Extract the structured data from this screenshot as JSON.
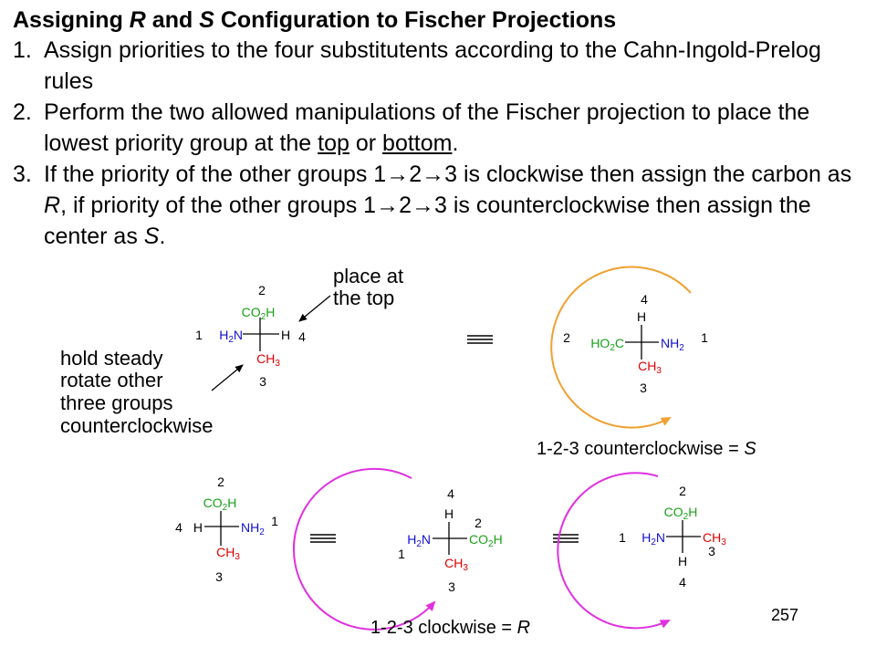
{
  "title": {
    "prefix": "Assigning ",
    "r": "R",
    "and": " and ",
    "s": "S",
    "suffix": " Configuration to Fischer Projections"
  },
  "steps": [
    {
      "number": "1.",
      "text": "Assign priorities to the four substitutents according to the Cahn-Ingold-Prelog rules"
    },
    {
      "number": "2.",
      "text_before": "Perform the two allowed manipulations of the Fischer projection to place the lowest priority group at the ",
      "underline_top": "top",
      "or": " or ",
      "underline_bottom": "bottom",
      "end": "."
    },
    {
      "number": "3.",
      "a": "If the priority of the other groups 1",
      "b": "2",
      "c": "3 is clockwise then assign the carbon as ",
      "r": "R",
      "d": ", if priority of the other groups 1",
      "e": "2",
      "f": "3 is counterclockwise then assign the center as ",
      "s": "S",
      "g": "."
    }
  ],
  "arrow_glyph": "→",
  "annotations": {
    "place_top": [
      "place at",
      "the top"
    ],
    "hold_steady": [
      "hold steady",
      "rotate other",
      "three groups",
      "counterclockwise"
    ]
  },
  "result_s": {
    "text": "1-2-3 counterclockwise = ",
    "letter": "S"
  },
  "result_r": {
    "text": "1-2-3 clockwise = ",
    "letter": "R"
  },
  "groups": {
    "co2h": {
      "a": "CO",
      "sub": "2",
      "b": "H"
    },
    "ho2c": {
      "a": "HO",
      "sub": "2",
      "b": "C"
    },
    "h2n": {
      "a": "H",
      "sub": "2",
      "b": "N"
    },
    "nh2": {
      "a": "NH",
      "sub": "2"
    },
    "ch3": {
      "a": "CH",
      "sub": "3"
    },
    "h": "H"
  },
  "priorities": {
    "one": "1",
    "two": "2",
    "three": "3",
    "four": "4"
  },
  "colors": {
    "green": "#19a019",
    "blue": "#1010d0",
    "red": "#e00000",
    "orange": "#f0a030",
    "magenta": "#e030e0"
  },
  "page_number": "257"
}
